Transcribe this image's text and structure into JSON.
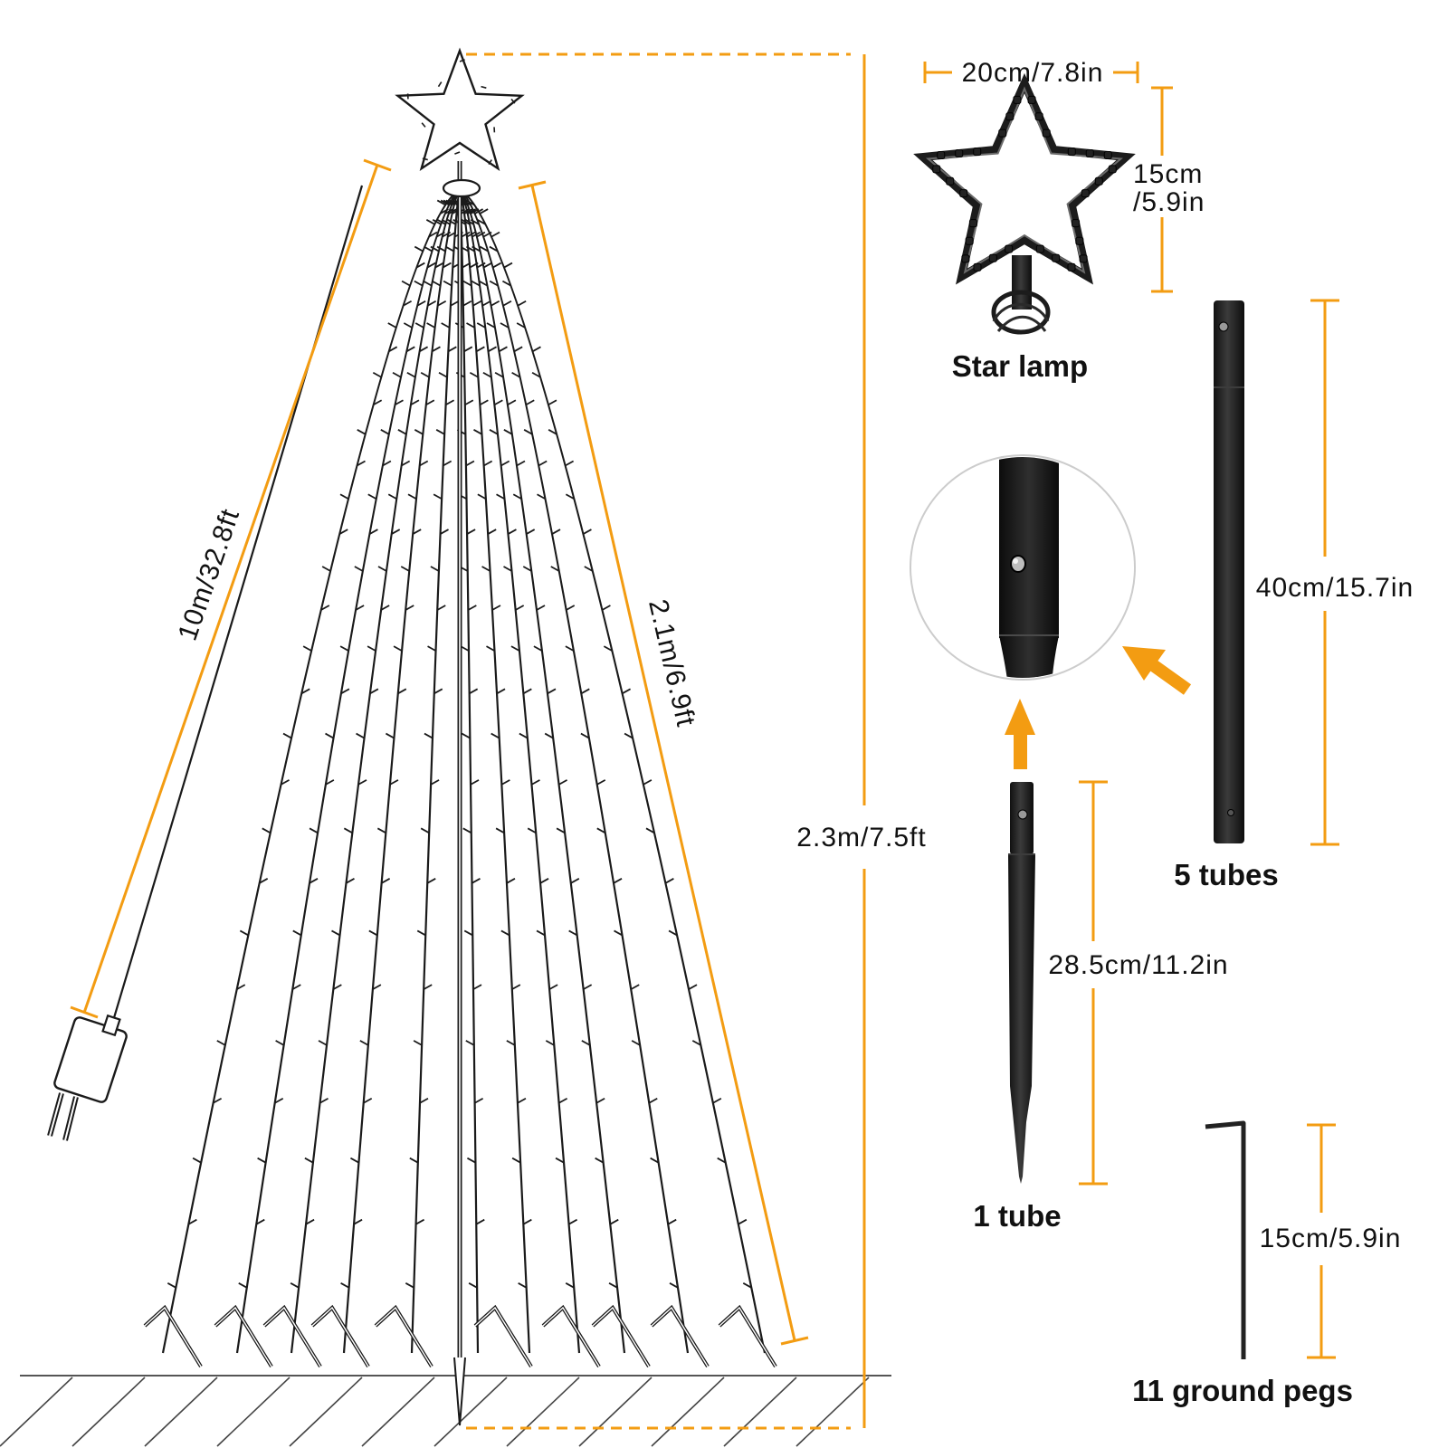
{
  "accent_color": "#f39c12",
  "dimensions": {
    "cable_length": "10m/32.8ft",
    "strand_length": "2.1m/6.9ft",
    "total_height": "2.3m/7.5ft",
    "star_width": "20cm/7.8in",
    "star_height_line1": "15cm",
    "star_height_line2": "/5.9in",
    "tube_length": "40cm/15.7in",
    "stake_tube_length": "28.5cm/11.2in",
    "peg_length": "15cm/5.9in"
  },
  "parts": {
    "star_lamp": "Star lamp",
    "tubes": "5 tubes",
    "stake_tube": "1 tube",
    "ground_pegs": "11 ground pegs"
  },
  "icons": [
    "star-icon",
    "plug-icon",
    "tube-icon",
    "stake-icon",
    "peg-icon",
    "arrow-up-icon",
    "arrow-left-icon"
  ]
}
